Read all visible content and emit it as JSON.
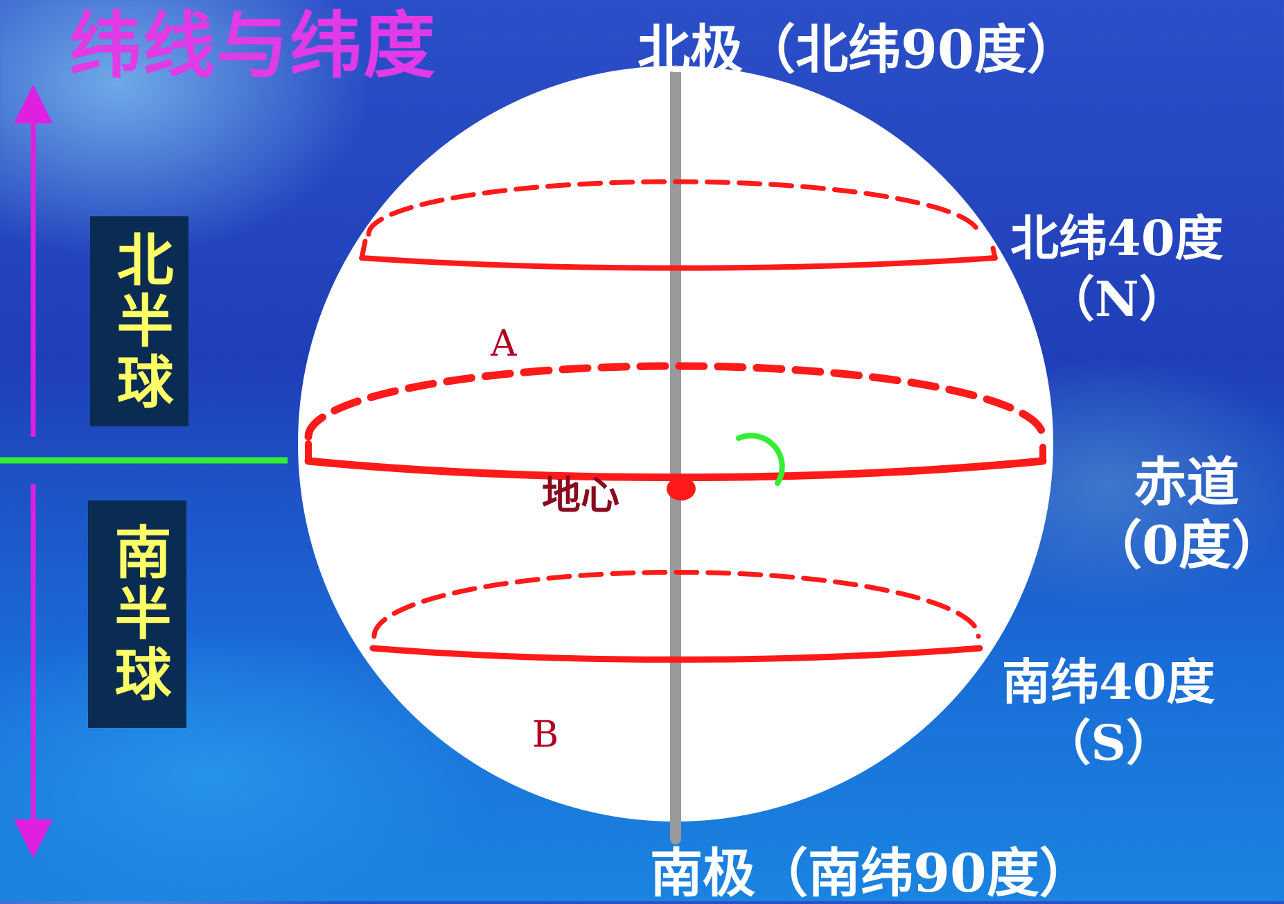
{
  "title": "纬线与纬度",
  "north_pole_label": "北极（北纬90度）",
  "south_pole_label": "南极（南纬90度）",
  "north_40": {
    "line1": "北纬40度",
    "line2": "（N）"
  },
  "equator": {
    "line1": "赤道",
    "line2": "（0度）"
  },
  "south_40": {
    "line1": "南纬40度",
    "line2": "（S）"
  },
  "northern_hemisphere": "北半球",
  "southern_hemisphere": "南半球",
  "point_a": "A",
  "point_b": "B",
  "earth_center": "地心",
  "colors": {
    "latitude_lines": "#ff1a1a",
    "axis": "#9a9a9a",
    "equator_divider": "#33ee33",
    "hemisphere_arrows": "#e020e0",
    "title": "#e23ae6"
  }
}
